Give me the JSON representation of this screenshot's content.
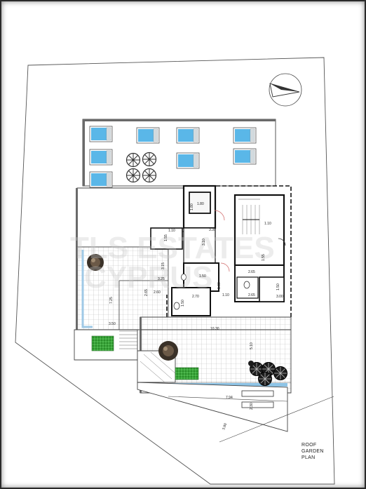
{
  "plan": {
    "title_lines": [
      "ROOF",
      "GARDEN",
      "PLAN"
    ],
    "watermark_lines": [
      "TLS ESTATES",
      "CYPRUS"
    ],
    "dimensions": {
      "elevator_w": "1.80",
      "elevator_h": "1.80",
      "stair_w": "1.10",
      "core_a": "3.35",
      "core_b": "3.10",
      "small_a": "1.10",
      "small_b": "1.55",
      "left_a": "3.15",
      "left_b": "3.25",
      "left_c": "2.65",
      "left_d": "2.60",
      "left_e": "7.25",
      "left_f": "3.50",
      "mid_a": "1.50",
      "mid_b": "2.70",
      "mid_c": "2.65",
      "mid_d": "2.65",
      "mid_e": "1.55",
      "mid_f": "1.10",
      "terrace_w": "10.30",
      "terrace_h": "5.10",
      "bottom_a": "7.94",
      "bottom_b": "1.50",
      "bottom_c": "2.30",
      "bottom_d": "3.80",
      "right_a": "1.60",
      "right_b": "1.50",
      "right_c": "3.00"
    }
  }
}
